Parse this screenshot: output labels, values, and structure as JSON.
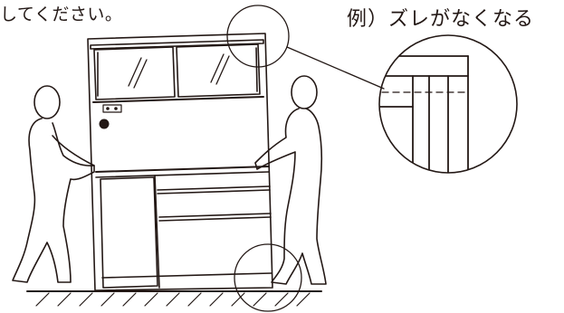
{
  "captions": {
    "instruction_tail": "してください。",
    "example_label": "例）ズレがなくなる"
  },
  "colors": {
    "line": "#231815",
    "background": "#ffffff"
  },
  "figure": {
    "subject": "two people tilting and lifting a tall storage cabinet with sliding glass doors",
    "detail_view": "magnified corner showing aligned edges"
  }
}
